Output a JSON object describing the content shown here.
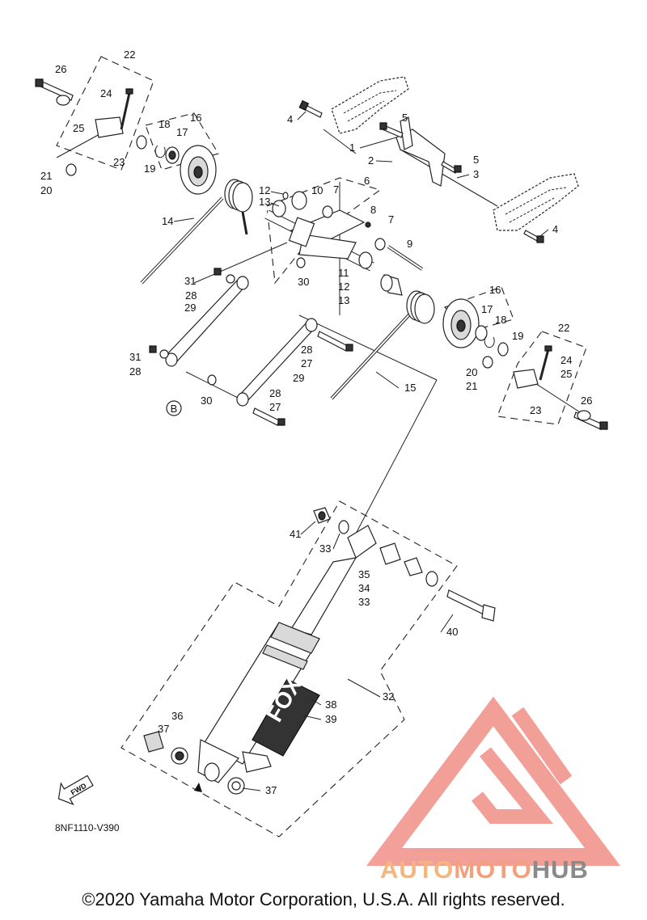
{
  "diagram": {
    "code": "8NF1110-V390",
    "fwd_label": "FWD",
    "ref_marker": "B",
    "callouts": [
      "1",
      "2",
      "3",
      "4",
      "5",
      "6",
      "7",
      "8",
      "9",
      "10",
      "11",
      "12",
      "13",
      "14",
      "15",
      "16",
      "17",
      "18",
      "19",
      "20",
      "21",
      "22",
      "23",
      "24",
      "25",
      "26",
      "27",
      "28",
      "29",
      "30",
      "31",
      "32",
      "33",
      "34",
      "35",
      "36",
      "37",
      "38",
      "39",
      "40",
      "41"
    ]
  },
  "footer": {
    "copyright": "©2020 Yamaha Motor Corporation, U.S.A. All rights reserved."
  },
  "watermark": {
    "part1": "AUTO",
    "part2": "MOTO",
    "part3": "HUB",
    "colors": {
      "auto": "#f4b67f",
      "moto": "#f4a07f",
      "hub": "#8a8a8a",
      "logo": "#f08f87"
    }
  }
}
